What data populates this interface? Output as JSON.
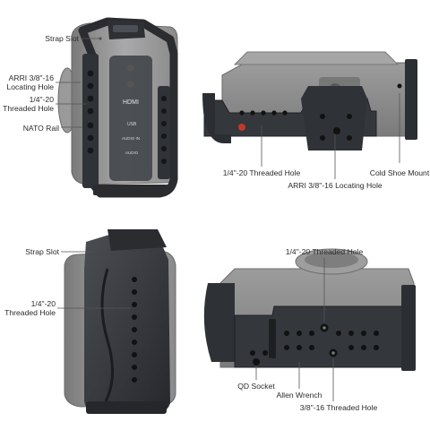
{
  "callouts": {
    "top_left": {
      "strap_slot": "Strap Slot",
      "arri_locating_hole": [
        "ARRI 3/8\"-16",
        "Locating Hole"
      ],
      "threaded_hole": [
        "1/4\"-20",
        "Threaded Hole"
      ],
      "nato_rail": "NATO Rail"
    },
    "top_right": {
      "threaded_hole": "1/4\"-20 Threaded Hole",
      "arri_locating_hole": "ARRI 3/8\"-16 Locating Hole",
      "cold_shoe_mount": "Cold Shoe Mount"
    },
    "bottom_left": {
      "strap_slot": "Strap Slot",
      "threaded_hole": [
        "1/4\"-20",
        "Threaded Hole"
      ]
    },
    "bottom_right": {
      "threaded_hole_top": "1/4\"-20 Threaded Hole",
      "qd_socket": "QD Socket",
      "allen_wrench": "Allen Wrench",
      "threaded_hole_large": "3/8\"-16 Threaded Hole"
    }
  },
  "camera_markings": {
    "hdmi": "HDMI",
    "usb": "USB",
    "audio_in": "AUDIO IN",
    "audio": "AUDIO"
  },
  "colors": {
    "cage_metal": "#3a3d42",
    "cage_dark": "#25272b",
    "camera_body": "#8e8e8e",
    "camera_light": "#b3b3b3",
    "leader_line": "#555555",
    "record_button": "#c0392b"
  }
}
